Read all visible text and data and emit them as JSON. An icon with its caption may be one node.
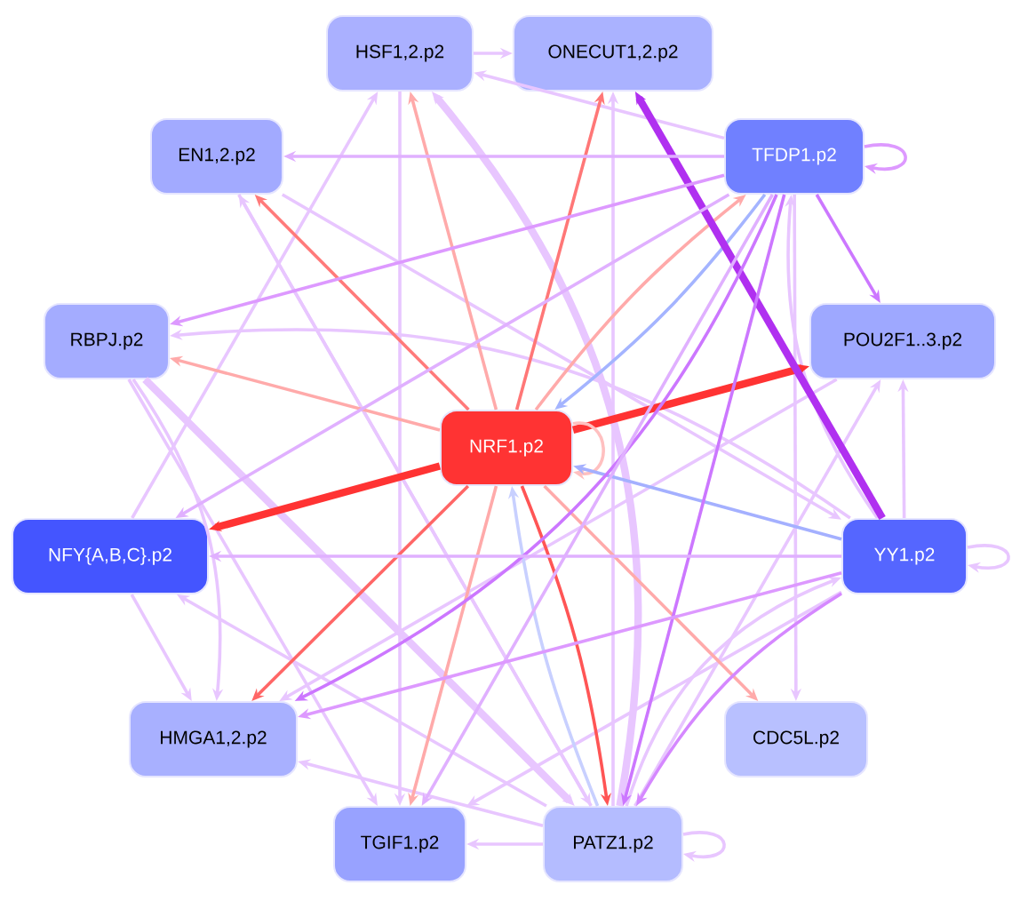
{
  "diagram": {
    "nodes": [
      {
        "text": [
          "HSF1,2.p2"
        ]
      },
      {
        "text": [
          "ONECUT1,2.p2"
        ]
      },
      {
        "text": [
          "EN1,2.p2"
        ]
      },
      {
        "text": [
          "TFDP1.p2"
        ]
      },
      {
        "text": [
          "RBPJ.p2"
        ]
      },
      {
        "text": [
          "POU2F1..3.p2"
        ]
      },
      {
        "text": [
          "NRF1.p2"
        ]
      },
      {
        "text": [
          "NFY{A,B,C}.p2"
        ]
      },
      {
        "text": [
          "YY1.p2"
        ]
      },
      {
        "text": [
          "HMGA1,2.p2"
        ]
      },
      {
        "text": [
          "CDC5L.p2"
        ]
      },
      {
        "text": [
          "TGIF1.p2"
        ]
      },
      {
        "text": [
          "PATZ1.p2"
        ]
      }
    ],
    "edges": [
      {
        "from": 6,
        "to": 2,
        "arrow": "to",
        "color": "#ff7a7a"
      },
      {
        "from": 6,
        "to": 0,
        "arrow": "to",
        "color": "#ffaaaa"
      },
      {
        "from": 6,
        "to": 1,
        "arrow": "to",
        "color": "#ff7777"
      },
      {
        "from": 6,
        "to": 4,
        "arrow": "to",
        "color": "#ffaaaa"
      },
      {
        "from": 6,
        "to": 5,
        "arrow": "to",
        "style": "thick",
        "color": "#ff3333"
      },
      {
        "from": 6,
        "to": 7,
        "arrow": "to",
        "style": "thick",
        "color": "#ff3333"
      },
      {
        "from": 6,
        "to": 9,
        "arrow": "to",
        "color": "#ff6666"
      },
      {
        "from": 6,
        "to": 11,
        "arrow": "to",
        "color": "#ffaaaa"
      },
      {
        "from": 6,
        "to": 12,
        "arrow": "to",
        "color": "#ff5555"
      },
      {
        "from": 6,
        "to": 10,
        "arrow": "to",
        "color": "#ffaaaa"
      },
      {
        "from": 6,
        "to": 3,
        "arrow": "to",
        "color": "#ffaaaa"
      },
      {
        "from": 6,
        "to": 6,
        "arrow": "to",
        "color": "#ffc0c0"
      },
      {
        "from": 3,
        "to": 6,
        "arrow": "to",
        "color": "#a4b4ff"
      },
      {
        "from": 8,
        "to": 6,
        "arrow": "to",
        "color": "#a4b0ff"
      },
      {
        "from": 12,
        "to": 6,
        "arrow": "to",
        "color": "#c8d0ff"
      },
      {
        "from": 8,
        "to": 1,
        "arrow": "to",
        "style": "thick",
        "color": "#b030f0"
      },
      {
        "from": 3,
        "to": 5,
        "arrow": "to",
        "color": "#cc77ff"
      },
      {
        "from": 3,
        "to": 3,
        "arrow": "to",
        "color": "#dd99ff"
      },
      {
        "from": 3,
        "to": 0,
        "arrow": "to"
      },
      {
        "from": 3,
        "to": 2,
        "arrow": "to",
        "color": "#e0b0ff"
      },
      {
        "from": 3,
        "to": 4,
        "arrow": "to",
        "color": "#dd99ff"
      },
      {
        "from": 3,
        "to": 9,
        "arrow": "to",
        "color": "#cc77ff"
      },
      {
        "from": 3,
        "to": 7,
        "arrow": "to",
        "color": "#e0b0ff"
      },
      {
        "from": 3,
        "to": 12,
        "arrow": "to",
        "color": "#cc77ff"
      },
      {
        "from": 3,
        "to": 10,
        "arrow": "to"
      },
      {
        "from": 3,
        "to": 11,
        "arrow": "to",
        "color": "#e0b0ff"
      },
      {
        "from": 8,
        "to": 8,
        "arrow": "to"
      },
      {
        "from": 8,
        "to": 7,
        "arrow": "to",
        "color": "#e0b0ff"
      },
      {
        "from": 8,
        "to": 9,
        "arrow": "to",
        "color": "#dd99ff"
      },
      {
        "from": 8,
        "to": 12,
        "arrow": "to",
        "color": "#d588ff"
      },
      {
        "from": 8,
        "to": 11,
        "arrow": "to"
      },
      {
        "from": 8,
        "to": 3,
        "arrow": "to"
      },
      {
        "from": 12,
        "to": 12,
        "arrow": "to"
      },
      {
        "from": 12,
        "to": 8,
        "arrow": "to"
      },
      {
        "from": 12,
        "to": 5,
        "arrow": "to"
      },
      {
        "from": 12,
        "to": 11,
        "arrow": "to"
      },
      {
        "from": 12,
        "to": 9,
        "arrow": "to"
      },
      {
        "from": 12,
        "to": 7,
        "arrow": "to"
      },
      {
        "from": 12,
        "to": 2,
        "arrow": "to"
      },
      {
        "from": 12,
        "to": 0,
        "arrow": "to",
        "style": "thick"
      },
      {
        "from": 12,
        "to": 1,
        "arrow": "to"
      },
      {
        "from": 4,
        "to": 9,
        "arrow": "to"
      },
      {
        "from": 4,
        "to": 11,
        "arrow": "to"
      },
      {
        "from": 4,
        "to": 12,
        "arrow": "to",
        "style": "thick"
      },
      {
        "from": 7,
        "to": 0,
        "arrow": "to"
      },
      {
        "from": 7,
        "to": 9,
        "arrow": "to"
      },
      {
        "from": 0,
        "to": 1,
        "arrow": "to"
      },
      {
        "from": 0,
        "to": 11,
        "arrow": "to"
      },
      {
        "from": 2,
        "to": 12,
        "arrow": "to"
      },
      {
        "from": 2,
        "to": 8,
        "arrow": "to"
      },
      {
        "from": 8,
        "to": 4,
        "arrow": "to"
      },
      {
        "from": 5,
        "to": 9,
        "arrow": "to"
      },
      {
        "from": 8,
        "to": 5,
        "arrow": "to"
      }
    ]
  }
}
